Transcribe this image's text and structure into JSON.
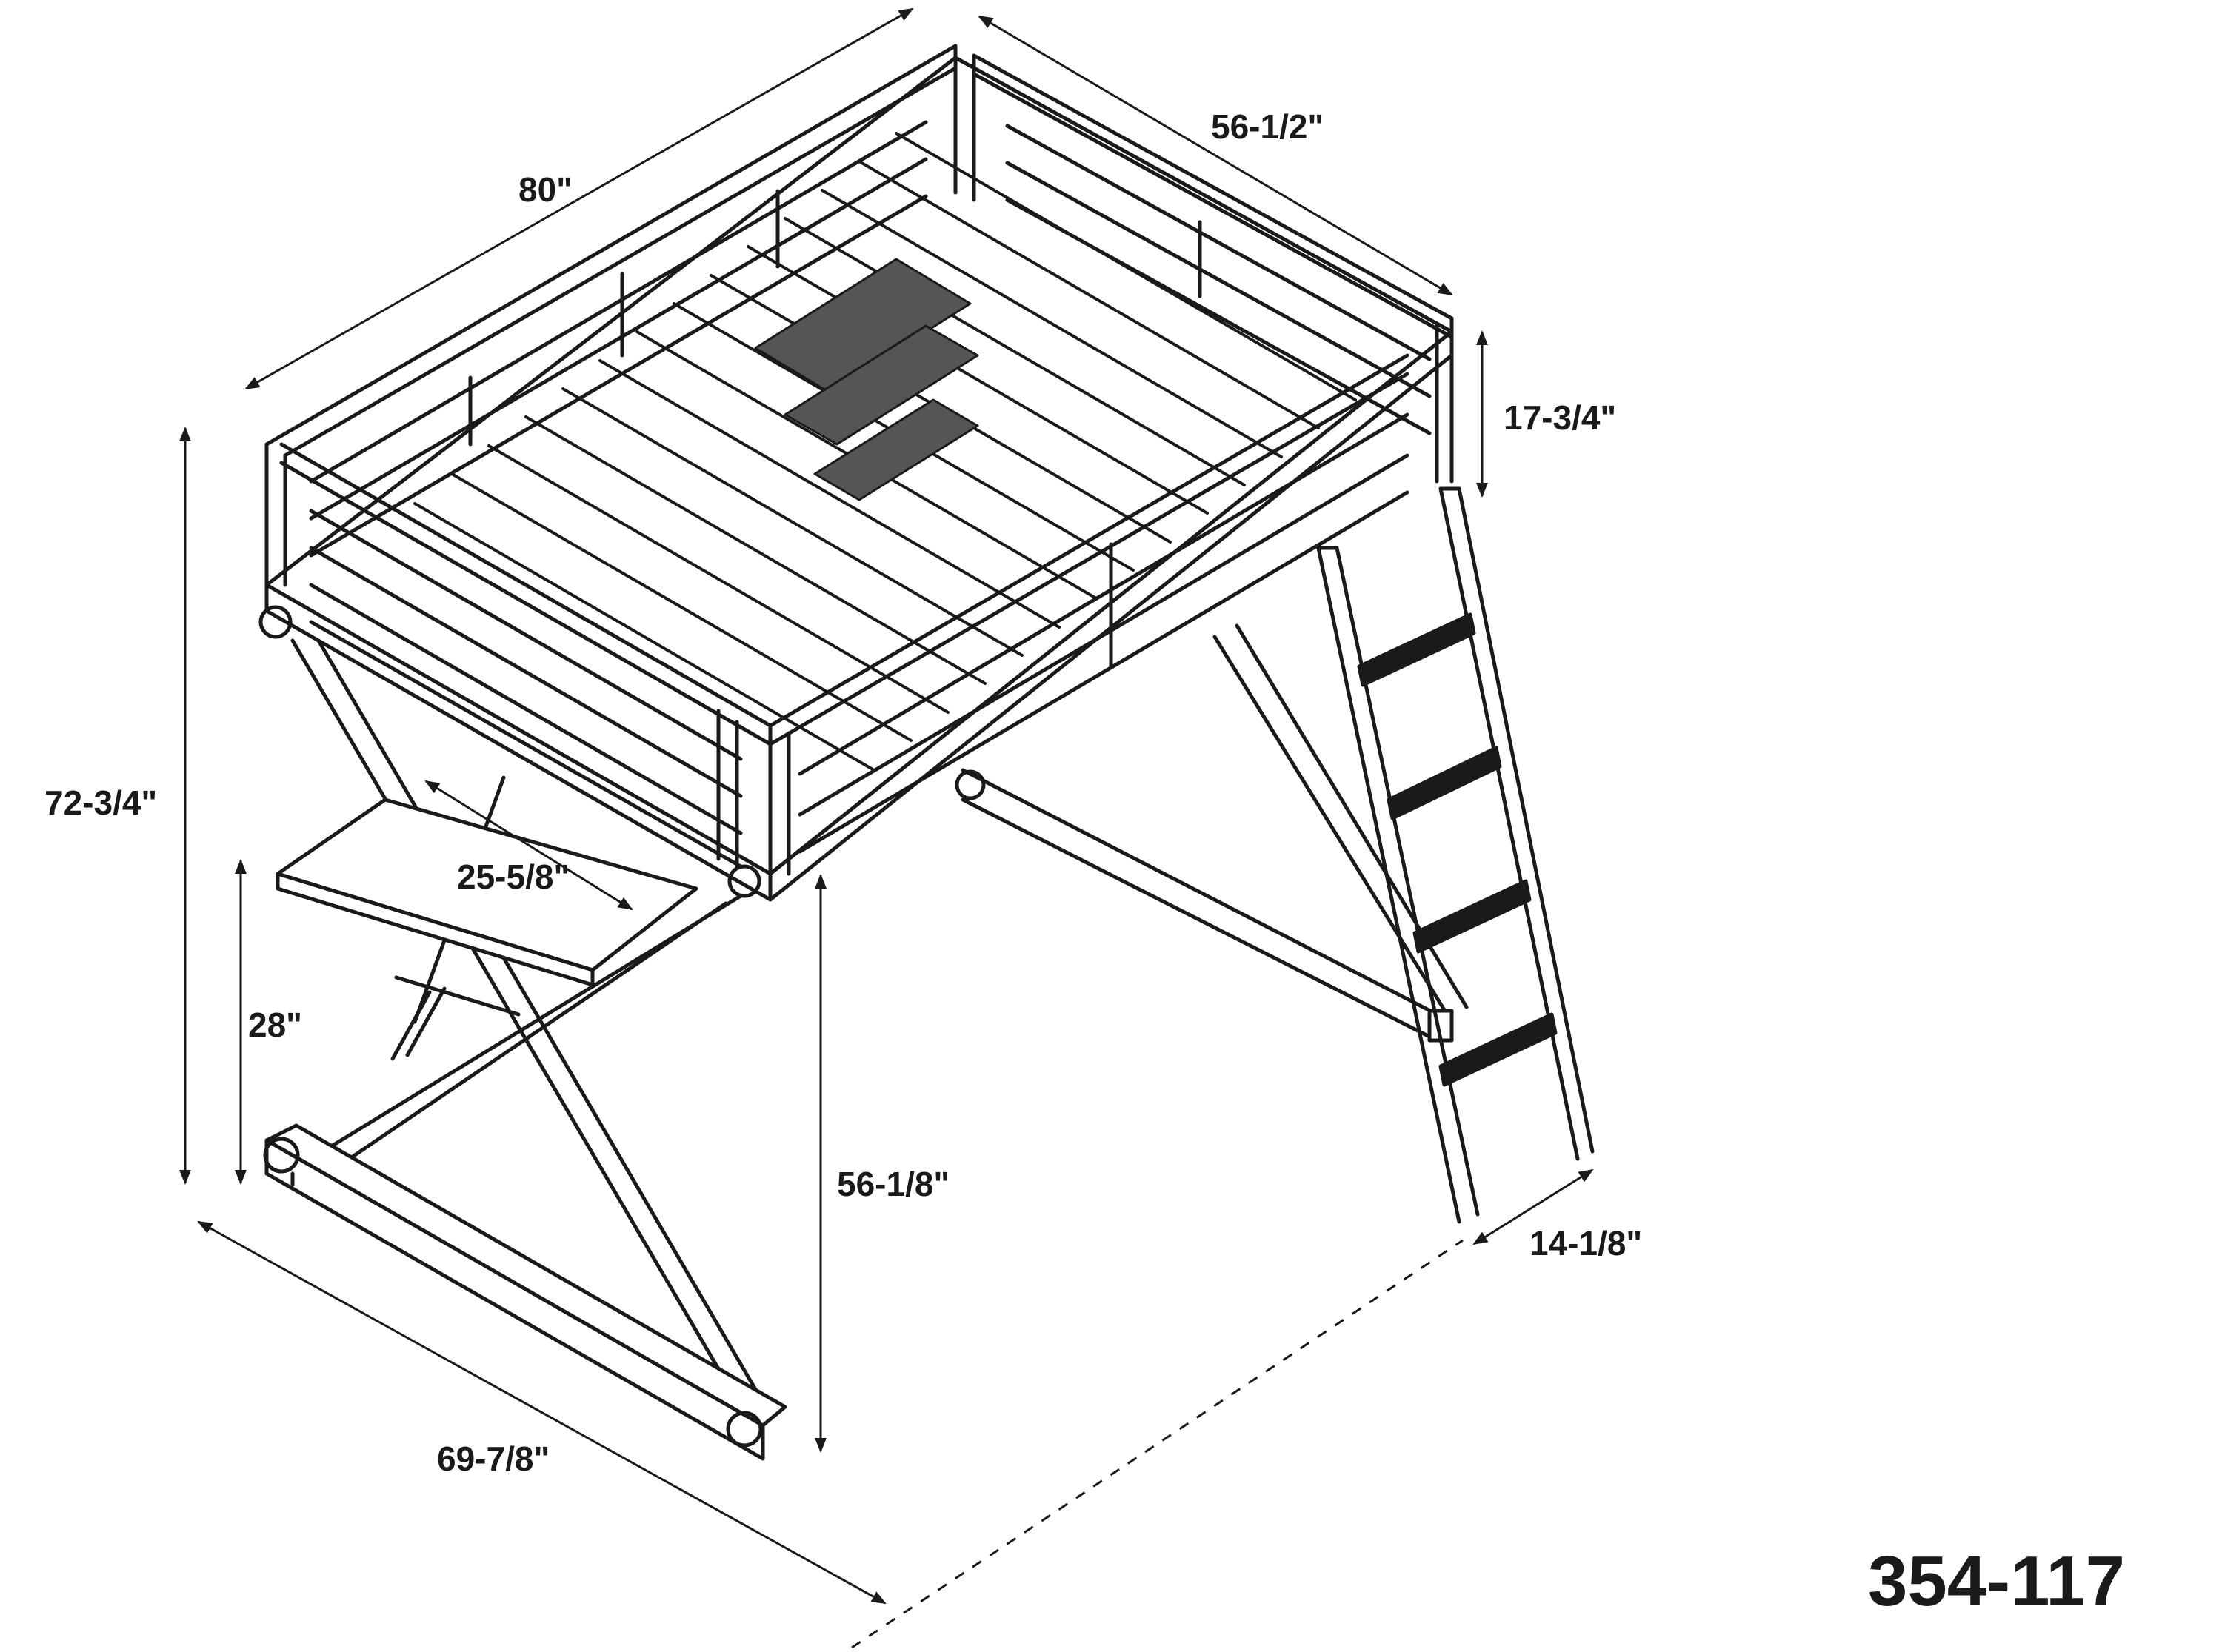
{
  "model_number": "354-117",
  "dimensions": {
    "overall_length": "80\"",
    "overall_width": "56-1/2\"",
    "guardrail_height": "17-3/4\"",
    "overall_height": "72-3/4\"",
    "desk_depth": "25-5/8\"",
    "desk_height": "28\"",
    "clearance_under_bed": "56-1/8\"",
    "ladder_width": "14-1/8\"",
    "base_length": "69-7/8\""
  },
  "colors": {
    "line": "#1a1a1a",
    "background": "#ffffff"
  }
}
